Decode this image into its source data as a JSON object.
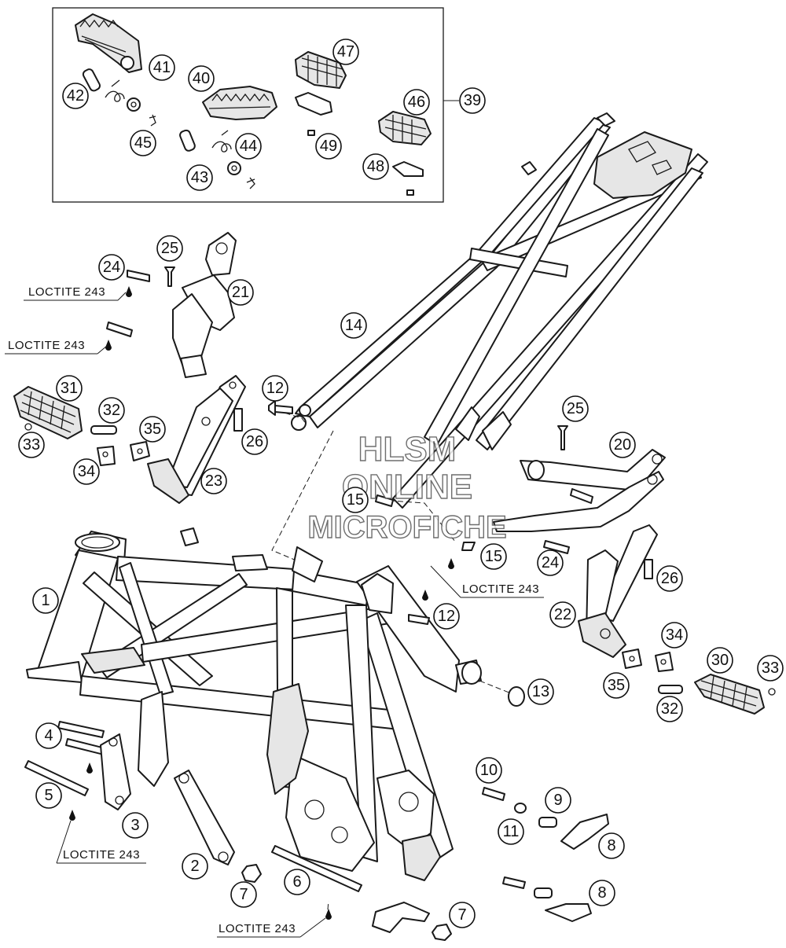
{
  "watermark": {
    "line1": "HLSM",
    "line2": "ONLINE",
    "line3": "MICROFICHE"
  },
  "notes": {
    "loctite": "LOCTITE 243"
  },
  "callouts": {
    "c1": "1",
    "c2": "2",
    "c3": "3",
    "c4": "4",
    "c5": "5",
    "c6": "6",
    "c7a": "7",
    "c7b": "7",
    "c8a": "8",
    "c8b": "8",
    "c9": "9",
    "c10": "10",
    "c11": "11",
    "c12a": "12",
    "c12b": "12",
    "c13": "13",
    "c14": "14",
    "c15a": "15",
    "c15b": "15",
    "c20": "20",
    "c21": "21",
    "c22": "22",
    "c23": "23",
    "c24a": "24",
    "c24b": "24",
    "c25a": "25",
    "c25b": "25",
    "c26a": "26",
    "c26b": "26",
    "c30": "30",
    "c31": "31",
    "c32a": "32",
    "c32b": "32",
    "c33a": "33",
    "c33b": "33",
    "c34a": "34",
    "c34b": "34",
    "c35a": "35",
    "c35b": "35",
    "c39": "39",
    "c40": "40",
    "c41": "41",
    "c42": "42",
    "c43": "43",
    "c44": "44",
    "c45": "45",
    "c46": "46",
    "c47": "47",
    "c48": "48",
    "c49": "49"
  },
  "colors": {
    "line": "#1a1a1a",
    "shade": "#e6e6e6",
    "background": "#ffffff"
  }
}
